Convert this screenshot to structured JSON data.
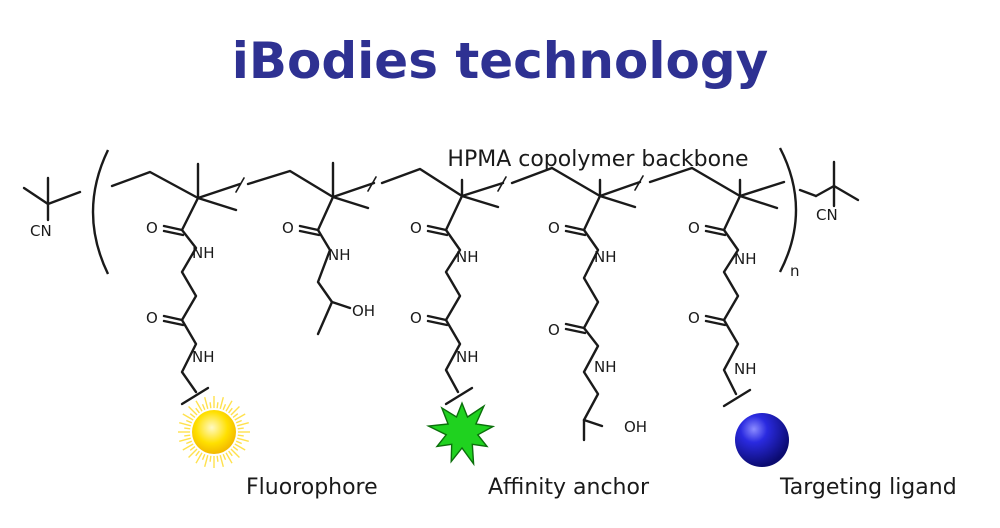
{
  "title": "iBodies technology",
  "colors": {
    "title": "#2e3192",
    "bond": "#1a1a1a",
    "fluorophore": "#ffd400",
    "fluorophore_ray": "#ffe14d",
    "anchor": "#1fd21f",
    "ligand": "#1f1fc8"
  },
  "backbone_label": "HPMA copolymer backbone",
  "end_group_left": "CN",
  "end_group_right": "CN",
  "repeat_subscript": "n",
  "atoms": {
    "O": "O",
    "NH": "NH",
    "OH": "OH"
  },
  "labels": {
    "fluorophore": "Fluorophore",
    "affinity_anchor": "Affinity anchor",
    "targeting_ligand": "Targeting ligand"
  },
  "icons": {
    "fluorophore": "sun-burst-icon",
    "affinity_anchor": "star-icon",
    "targeting_ligand": "sphere-icon"
  }
}
